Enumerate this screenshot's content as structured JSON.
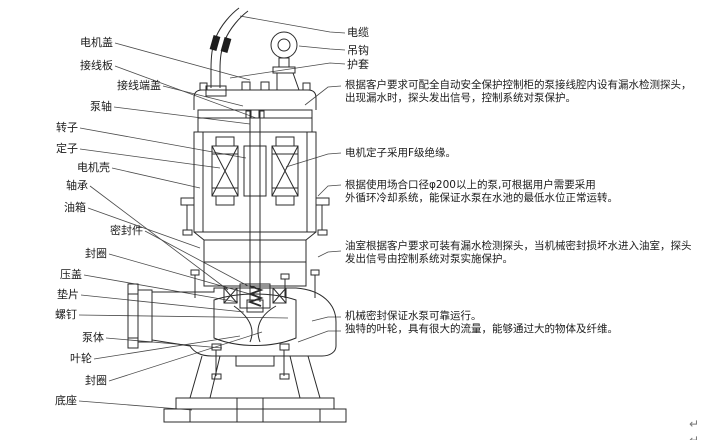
{
  "page": {
    "background": "#ffffff",
    "ink": "#2b2b2b",
    "leader_color": "#4a4a4a"
  },
  "left_labels": [
    {
      "text": "电机盖"
    },
    {
      "text": "接线板"
    },
    {
      "text": "接线端盖"
    },
    {
      "text": "泵轴"
    },
    {
      "text": "转子"
    },
    {
      "text": "定子"
    },
    {
      "text": "电机壳"
    },
    {
      "text": "轴承"
    },
    {
      "text": "油箱"
    },
    {
      "text": "密封件"
    },
    {
      "text": "封圈"
    },
    {
      "text": "压盖"
    },
    {
      "text": "垫片"
    },
    {
      "text": "螺钉"
    },
    {
      "text": "泵体"
    },
    {
      "text": "叶轮"
    },
    {
      "text": "封圈"
    },
    {
      "text": "底座"
    }
  ],
  "right_labels": [
    {
      "text": "电缆"
    },
    {
      "text": "吊钩"
    },
    {
      "text": "护套"
    }
  ],
  "annotations": [
    {
      "lines": [
        "根据客户要求可配全自动安全保护控制柜的泵接线腔内设有漏水检测探头，",
        "出现漏水时，探头发出信号，控制系统对泵保护。"
      ]
    },
    {
      "lines": [
        "电机定子采用F级绝缘。"
      ]
    },
    {
      "lines": [
        "根据使用场合口径φ200以上的泵,可根据用户需要采用",
        "外循环冷却系统，能保证水泵在水池的最低水位正常运转。"
      ]
    },
    {
      "lines": [
        "油室根据客户要求可装有漏水检测探头，当机械密封损坏水进入油室，探头",
        "发出信号由控制系统对泵实施保护。"
      ]
    },
    {
      "lines": [
        "机械密封保证水泵可靠运行。",
        "独特的叶轮，具有很大的流量，能够通过大的物体及纤维。"
      ]
    }
  ],
  "page_marks": [
    "↵",
    "↵"
  ]
}
